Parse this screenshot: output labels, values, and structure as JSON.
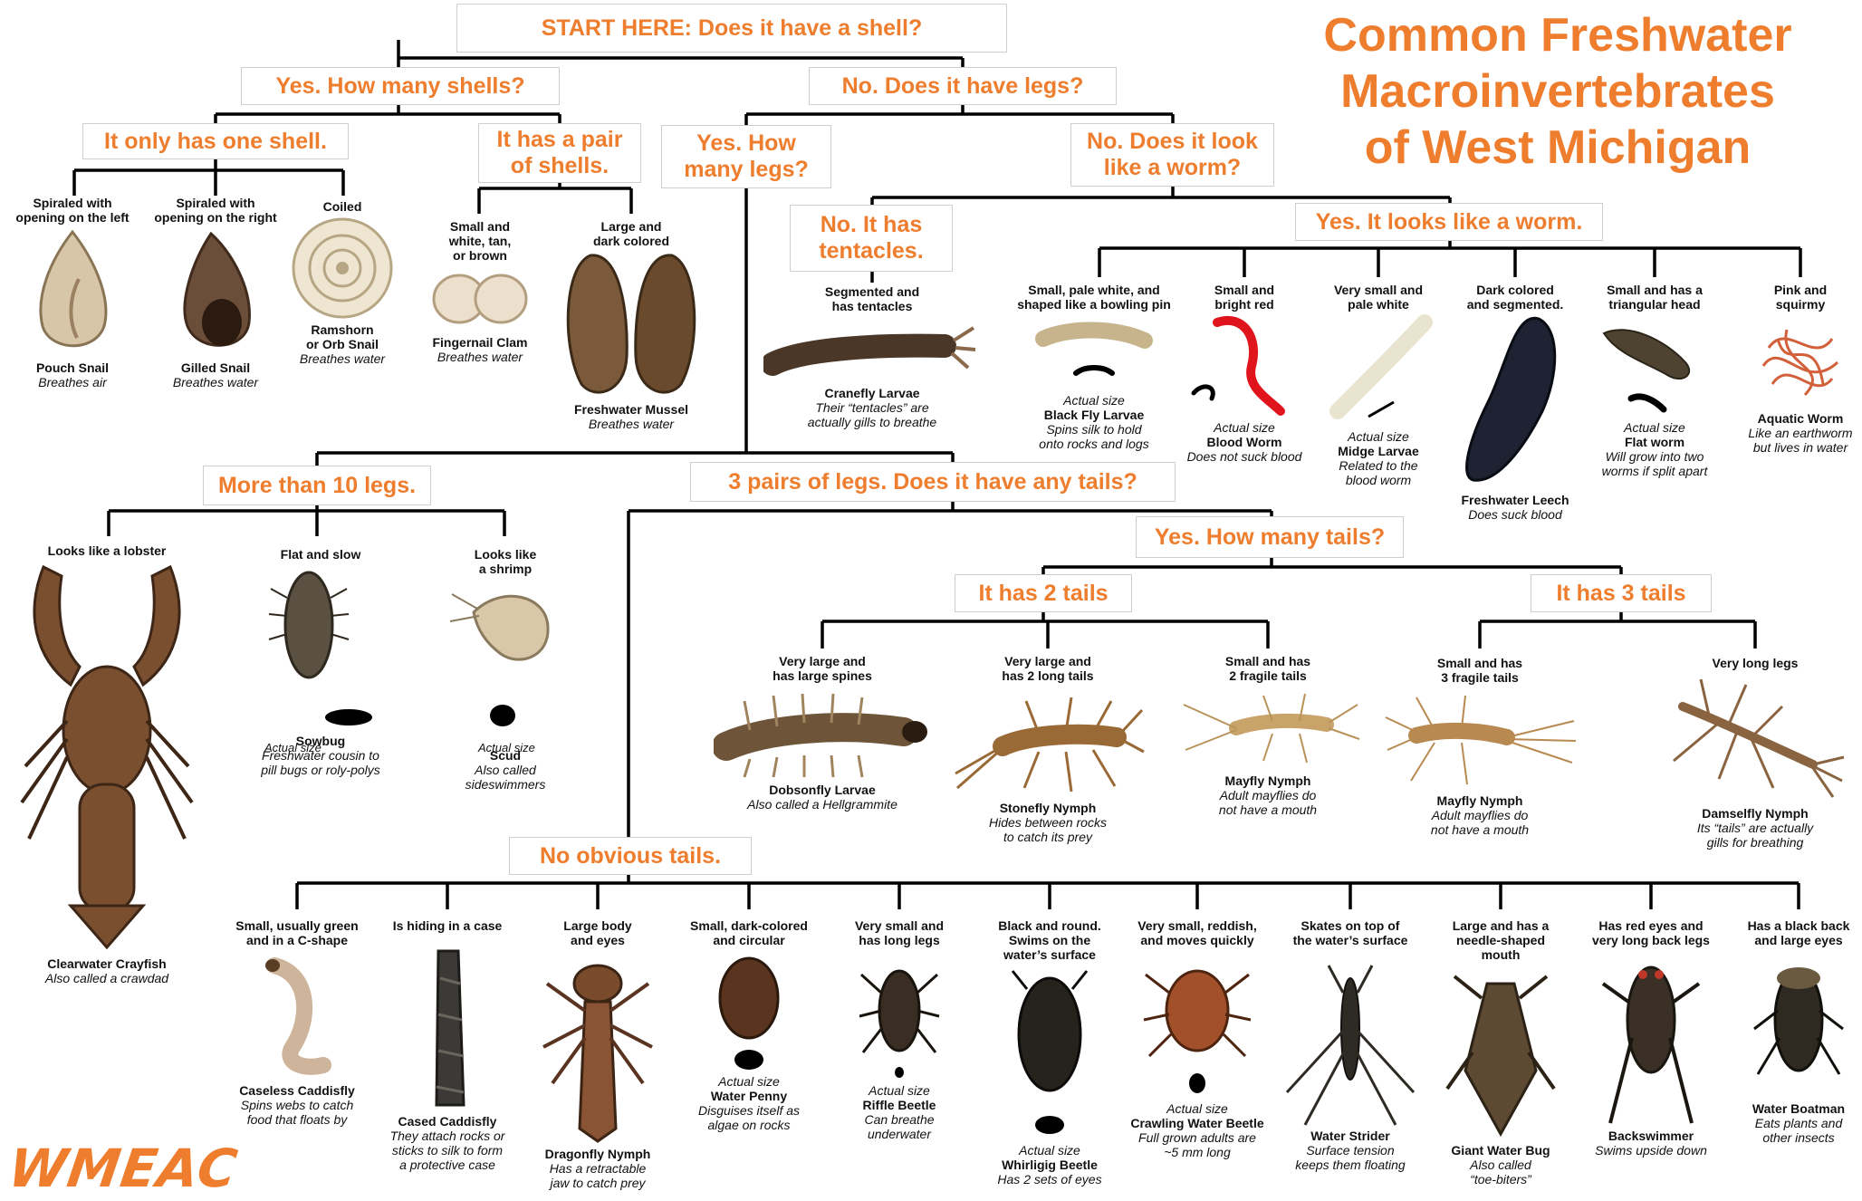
{
  "title": "Common Freshwater\nMacroinvertebrates\nof West Michigan",
  "logo": "WMEAC",
  "questions": {
    "start": "START HERE: Does it have a shell?",
    "shells_yes": "Yes. How many shells?",
    "shells_no": "No. Does it have  legs?",
    "one_shell": "It only has one shell.",
    "pair_shells": "It has a pair\nof shells.",
    "legs_yes": "Yes. How\nmany legs?",
    "worm_q": "No. Does it look\nlike a worm?",
    "tentacles": "No. It has\ntentacles.",
    "worm_yes": "Yes. It looks like a worm.",
    "more_10": "More than 10 legs.",
    "three_pairs": "3 pairs of legs. Does it have any tails?",
    "tails_yes": "Yes. How many tails?",
    "two_tails": "It has 2 tails",
    "three_tails": "It has 3 tails",
    "no_tails": "No obvious tails."
  },
  "actual_size_label": "Actual size",
  "colors": {
    "accent": "#ee7d2e",
    "line": "#000000",
    "box_border": "#cfcfcf"
  },
  "species": {
    "pouch_snail": {
      "desc": "Spiraled with\nopening on the left",
      "name": "Pouch Snail",
      "note": "Breathes air",
      "icon": "snail-shell-icon"
    },
    "gilled_snail": {
      "desc": "Spiraled with\nopening on the right",
      "name": "Gilled Snail",
      "note": "Breathes water",
      "icon": "snail-shell-icon"
    },
    "ramshorn": {
      "desc": "Coiled",
      "name": "Ramshorn\nor Orb Snail",
      "note": "Breathes water",
      "icon": "coiled-shell-icon"
    },
    "fingernail_clam": {
      "desc": "Small and\nwhite, tan,\nor brown",
      "name": "Fingernail Clam",
      "note": "Breathes water",
      "icon": "clam-icon"
    },
    "freshwater_mussel": {
      "desc": "Large and\ndark colored",
      "name": "Freshwater Mussel",
      "note": "Breathes water",
      "icon": "mussel-icon"
    },
    "cranefly": {
      "desc": "Segmented and\nhas tentacles",
      "name": "Cranefly Larvae",
      "note": "Their “tentacles” are\nactually gills to breathe",
      "icon": "larva-icon"
    },
    "black_fly": {
      "desc": "Small, pale white, and\nshaped like a bowling pin",
      "name": "Black Fly Larvae",
      "note": "Spins silk to hold\nonto rocks and logs",
      "icon": "larva-icon"
    },
    "blood_worm": {
      "desc": "Small and\nbright red",
      "name": "Blood Worm",
      "note": "Does not suck blood",
      "icon": "worm-icon"
    },
    "midge": {
      "desc": "Very small and\npale white",
      "name": "Midge Larvae",
      "note": "Related to the\nblood worm",
      "icon": "larva-icon"
    },
    "leech": {
      "desc": "Dark colored\nand segmented.",
      "name": "Freshwater Leech",
      "note": "Does suck blood",
      "icon": "leech-icon"
    },
    "flatworm": {
      "desc": "Small and has a\ntriangular head",
      "name": "Flat worm",
      "note": "Will grow into two\nworms if split apart",
      "icon": "flatworm-icon"
    },
    "aquatic_worm": {
      "desc": "Pink and\nsquirmy",
      "name": "Aquatic Worm",
      "note": "Like an earthworm\nbut lives in water",
      "icon": "worm-cluster-icon"
    },
    "crayfish": {
      "desc": "Looks like a lobster",
      "name": "Clearwater Crayfish",
      "note": "Also called a crawdad",
      "icon": "crayfish-icon"
    },
    "sowbug": {
      "desc": "Flat and slow",
      "name": "Sowbug",
      "note": "Freshwater cousin to\npill bugs or roly-polys",
      "icon": "sowbug-icon"
    },
    "scud": {
      "desc": "Looks like\na shrimp",
      "name": "Scud",
      "note": "Also called\nsideswimmers",
      "icon": "scud-icon"
    },
    "dobsonfly": {
      "desc": "Very large and\nhas large spines",
      "name": "Dobsonfly Larvae",
      "note": "Also called a Hellgrammite",
      "icon": "hellgrammite-icon"
    },
    "stonefly": {
      "desc": "Very large and\nhas 2 long tails",
      "name": "Stonefly Nymph",
      "note": "Hides between rocks\nto catch its prey",
      "icon": "nymph-icon"
    },
    "mayfly_2": {
      "desc": "Small and has\n2 fragile tails",
      "name": "Mayfly Nymph",
      "note": "Adult mayflies do\nnot have a mouth",
      "icon": "nymph-icon"
    },
    "mayfly_3": {
      "desc": "Small and has\n3 fragile tails",
      "name": "Mayfly Nymph",
      "note": "Adult mayflies do\nnot have a mouth",
      "icon": "nymph-icon"
    },
    "damselfly": {
      "desc": "Very long legs",
      "name": "Damselfly Nymph",
      "note": "Its “tails” are actually\ngills for breathing",
      "icon": "damselfly-icon"
    },
    "caseless_caddis": {
      "desc": "Small, usually green\nand in a C-shape",
      "name": "Caseless Caddisfly",
      "note": "Spins webs to catch\nfood that floats by",
      "icon": "c-larva-icon"
    },
    "cased_caddis": {
      "desc": "Is hiding in a case",
      "name": "Cased Caddisfly",
      "note": "They attach rocks or\nsticks to silk to form\na protective case",
      "icon": "case-icon"
    },
    "dragonfly": {
      "desc": "Large body\nand eyes",
      "name": "Dragonfly Nymph",
      "note": "Has a retractable\njaw to catch prey",
      "icon": "dragonfly-nymph-icon"
    },
    "water_penny": {
      "desc": "Small, dark-colored\nand circular",
      "name": "Water Penny",
      "note": "Disguises itself as\nalgae on rocks",
      "icon": "penny-icon"
    },
    "riffle_beetle": {
      "desc": "Very small and\nhas long legs",
      "name": "Riffle Beetle",
      "note": "Can breathe\nunderwater",
      "icon": "beetle-icon"
    },
    "whirligig": {
      "desc": "Black and round.\nSwims on the\nwater’s surface",
      "name": "Whirligig Beetle",
      "note": "Has 2 sets of eyes",
      "icon": "beetle-icon"
    },
    "crawling_beetle": {
      "desc": "Very small, reddish,\nand moves quickly",
      "name": "Crawling Water Beetle",
      "note": "Full grown adults are\n~5 mm long",
      "icon": "beetle-icon"
    },
    "water_strider": {
      "desc": "Skates on top of\nthe water’s surface",
      "name": "Water Strider",
      "note": "Surface tension\nkeeps them floating",
      "icon": "strider-icon"
    },
    "giant_water_bug": {
      "desc": "Large and has a\nneedle-shaped\nmouth",
      "name": "Giant Water Bug",
      "note": "Also called\n“toe-biters”",
      "icon": "bug-icon"
    },
    "backswimmer": {
      "desc": "Has red eyes and\nvery long back legs",
      "name": "Backswimmer",
      "note": "Swims upside down",
      "icon": "bug-icon"
    },
    "water_boatman": {
      "desc": "Has a black back\nand large eyes",
      "name": "Water Boatman",
      "note": "Eats plants and\nother insects",
      "icon": "bug-icon"
    }
  }
}
